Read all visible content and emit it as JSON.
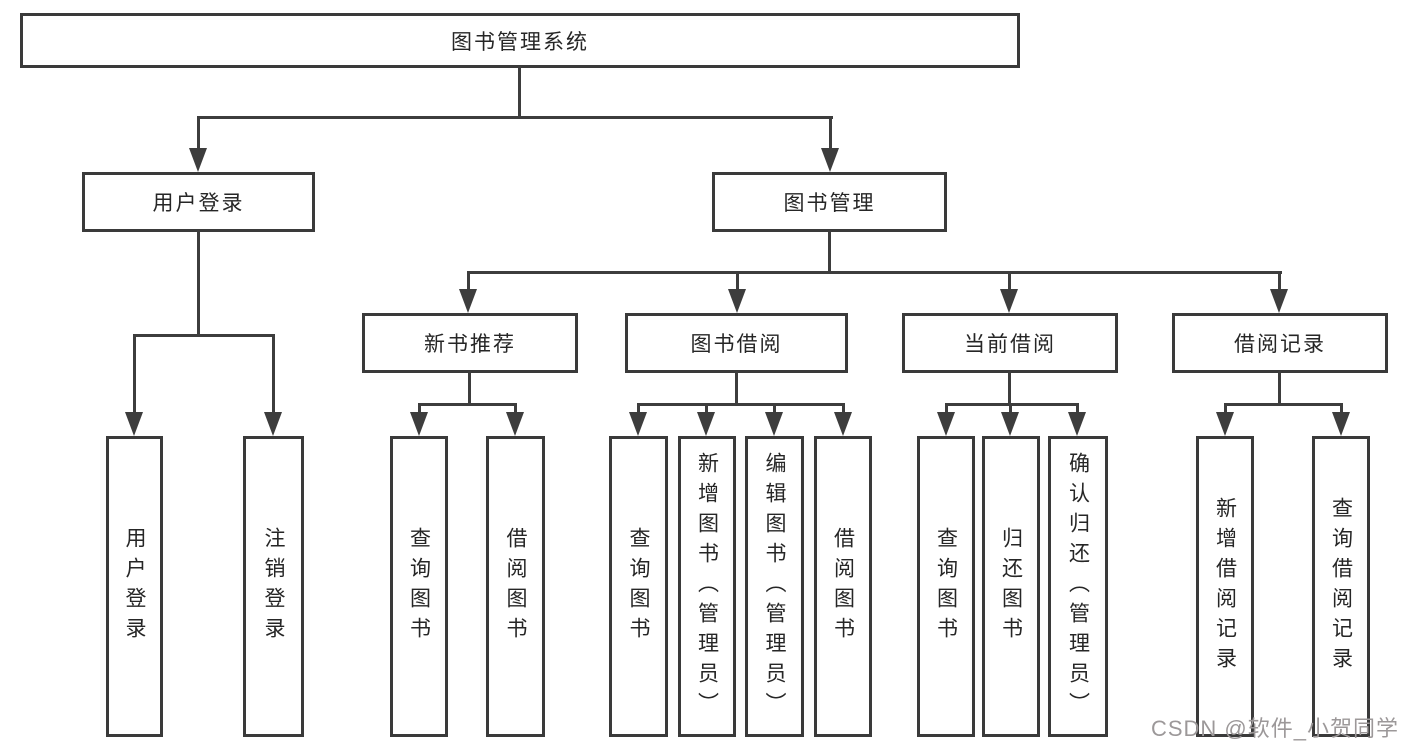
{
  "diagram": {
    "root": {
      "label": "图书管理系统"
    },
    "branches": [
      {
        "label": "用户登录",
        "children": [
          {
            "label": "用户登录"
          },
          {
            "label": "注销登录"
          }
        ]
      },
      {
        "label": "图书管理",
        "children": [
          {
            "label": "新书推荐",
            "children": [
              {
                "label": "查询图书"
              },
              {
                "label": "借阅图书"
              }
            ]
          },
          {
            "label": "图书借阅",
            "children": [
              {
                "label": "查询图书"
              },
              {
                "label": "新增图书（管理员）"
              },
              {
                "label": "编辑图书（管理员）"
              },
              {
                "label": "借阅图书"
              }
            ]
          },
          {
            "label": "当前借阅",
            "children": [
              {
                "label": "查询图书"
              },
              {
                "label": "归还图书"
              },
              {
                "label": "确认归还（管理员）"
              }
            ]
          },
          {
            "label": "借阅记录",
            "children": [
              {
                "label": "新增借阅记录"
              },
              {
                "label": "查询借阅记录"
              }
            ]
          }
        ]
      }
    ]
  },
  "watermark": {
    "text": "CSDN @软件_小贺同学"
  },
  "colors": {
    "line": "#3d3d3d",
    "box_border": "#3a3a3a",
    "text": "#262626",
    "watermark": "#9c9899",
    "background": "#ffffff"
  }
}
